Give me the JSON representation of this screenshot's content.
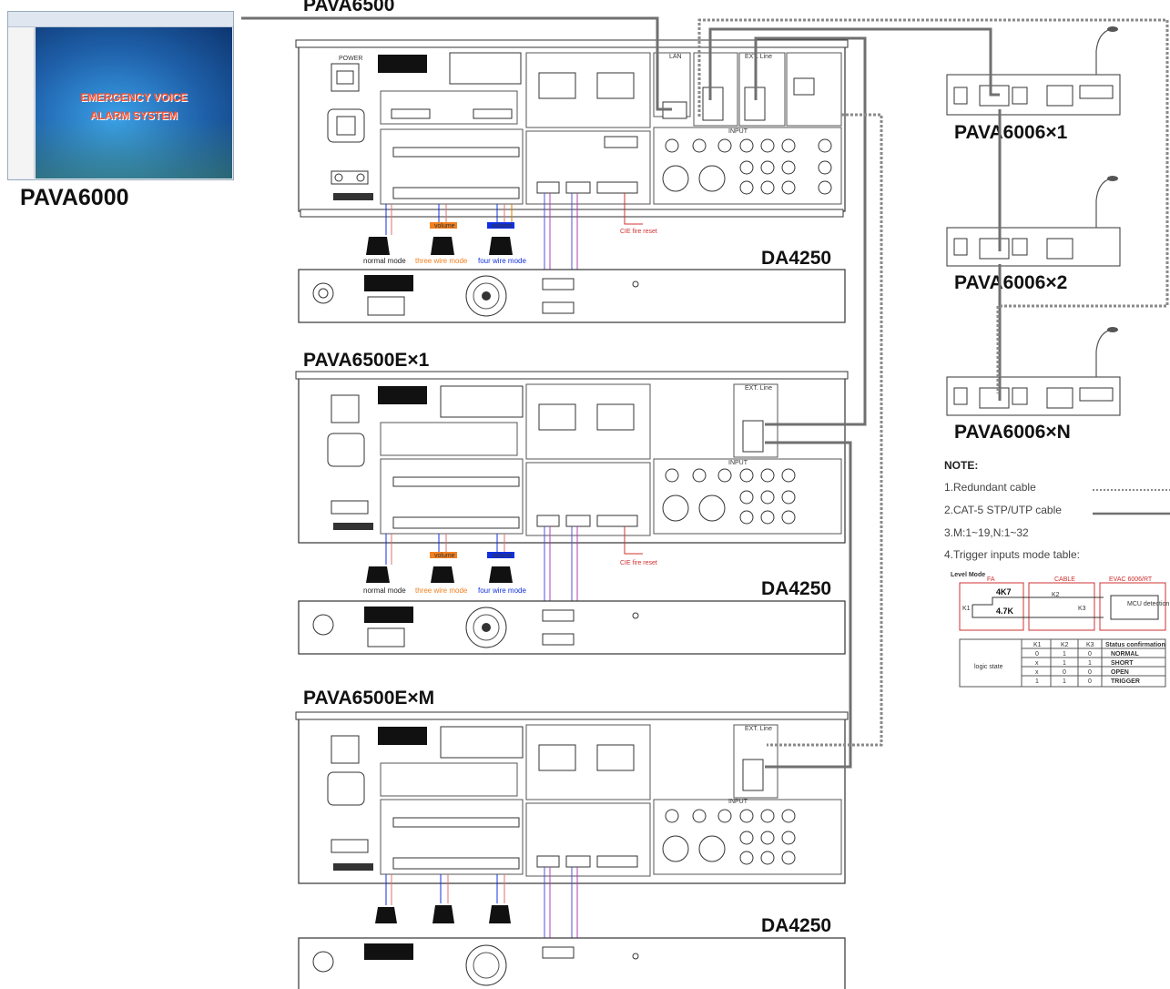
{
  "software": {
    "screen_title_line1": "EMERGENCY VOICE",
    "screen_title_line2": "ALARM SYSTEM",
    "label": "PAVA6000"
  },
  "units": {
    "main": "PAVA6500",
    "ext1": "PAVA6500E×1",
    "extM": "PAVA6500E×M",
    "amp": "DA4250",
    "mic1": "PAVA6006×1",
    "mic2": "PAVA6006×2",
    "micN": "PAVA6006×N"
  },
  "panel_text": {
    "volume": "volume",
    "normal_mode": "normal mode",
    "three_wire": "three wire mode",
    "four_wire": "four wire mode",
    "cie": "CIE fire reset",
    "lan": "LAN",
    "ext_line": "EXT. Line",
    "input": "INPUT",
    "power": "POWER"
  },
  "notes": {
    "title": "NOTE:",
    "items": [
      "1.Redundant cable",
      "2.CAT-5 STP/UTP cable",
      "3.M:1~19,N:1~32",
      "4.Trigger inputs mode table:"
    ]
  },
  "trigger_table": {
    "circuit_labels": [
      "Level Mode",
      "FA",
      "CABLE",
      "EVAC 6006/RT",
      "4K7",
      "4.7K",
      "K1",
      "K2",
      "K3",
      "MCU detection"
    ],
    "headers": [
      "",
      "K1",
      "K2",
      "K3",
      "Status confirmation"
    ],
    "row_label": "logic state",
    "rows": [
      [
        "0",
        "1",
        "0",
        "NORMAL"
      ],
      [
        "x",
        "1",
        "1",
        "SHORT"
      ],
      [
        "x",
        "0",
        "0",
        "OPEN"
      ],
      [
        "1",
        "1",
        "0",
        "TRIGGER"
      ]
    ]
  },
  "colors": {
    "cable": "#707070",
    "redundant": "#8a8a8a",
    "red_label": "#d03030",
    "orange": "#f08020",
    "blue": "#1030e0",
    "screen_bg": "#1e5fa8"
  }
}
